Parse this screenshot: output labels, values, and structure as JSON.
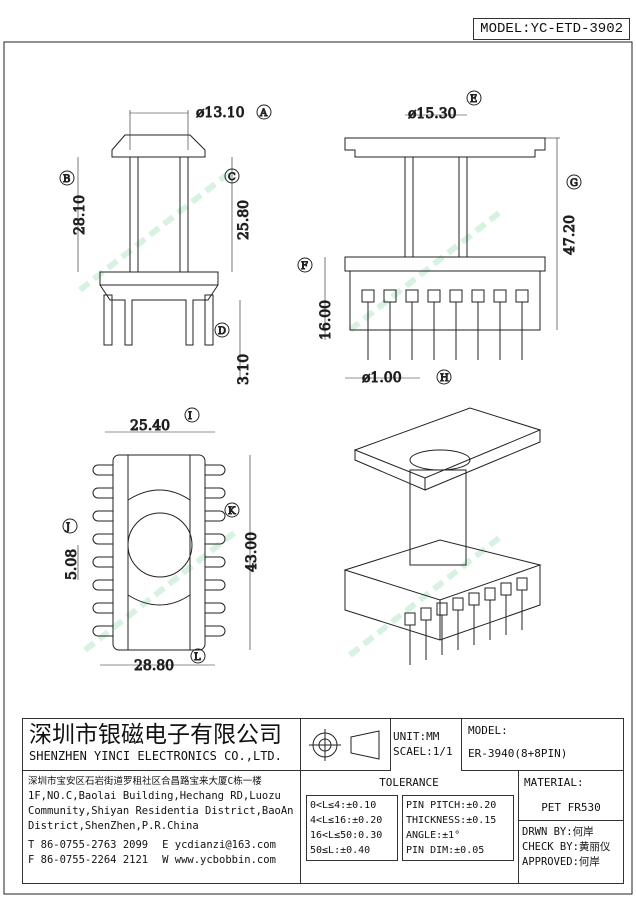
{
  "header": {
    "model_tag": "MODEL:YC-ETD-3902"
  },
  "dimensions": {
    "A": "ø13.10",
    "A_ref": "A",
    "B": "28.10",
    "B_ref": "B",
    "C": "25.80",
    "C_ref": "C",
    "D": "3.10",
    "D_ref": "D",
    "E": "ø15.30",
    "E_ref": "E",
    "F": "16.00",
    "F_ref": "F",
    "G": "47.20",
    "G_ref": "G",
    "H": "ø1.00",
    "H_ref": "H",
    "I": "25.40",
    "I_ref": "I",
    "J": "5.08",
    "J_ref": "J",
    "K": "43.00",
    "K_ref": "K",
    "L": "28.80",
    "L_ref": "L"
  },
  "watermark": {
    "cn": "深圳市银磁电子有限公司",
    "en": "SHENZHEN YINCI ELECTRONICS CO., LTD."
  },
  "title_block": {
    "company_cn": "深圳市银磁电子有限公司",
    "company_en": "SHENZHEN YINCI ELECTRONICS CO.,LTD.",
    "address_cn": "深圳市宝安区石岩街道罗租社区合昌路宝来大厦C栋一楼",
    "address_en": [
      "1F,NO.C,Baolai Building,Hechang RD,Luozu",
      "Community,Shiyan Residentia District,BaoAn",
      "District,ShenZhen,P.R.China"
    ],
    "tel": "T 86-0755-2763 2099",
    "fax": "F 86-0755-2264 2121",
    "email": "E ycdianzi@163.com",
    "web": "W www.ycbobbin.com",
    "unit": "UNIT:MM",
    "scale": "SCAEL:1/1",
    "model_label": "MODEL:",
    "model_value": "ER-3940(8+8PIN)",
    "tolerance_title": "TOLERANCE",
    "tolerance_left": [
      "0<L≤4:±0.10",
      "4<L≤16:±0.20",
      "16<L≤50:0.30",
      "50≤L:±0.40"
    ],
    "tolerance_right": [
      "PIN PITCH:±0.20",
      "THICKNESS:±0.15",
      "ANGLE:±1°",
      "PIN DIM:±0.05"
    ],
    "material_label": "MATERIAL:",
    "material_value": "PET FR530",
    "drawn_by": "DRWN BY:何岸",
    "check_by": "CHECK BY:黄丽仪",
    "approved": "APPROVED:何岸"
  }
}
